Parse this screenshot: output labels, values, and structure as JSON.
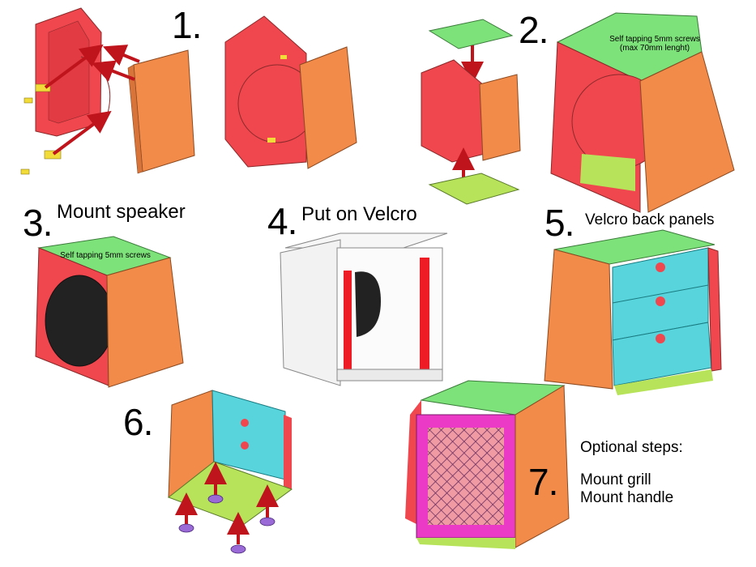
{
  "steps": {
    "s1": {
      "number": "1."
    },
    "s2": {
      "number": "2.",
      "note_line1": "Self tapping 5mm screws",
      "note_line2": "(max 70mm lenght)"
    },
    "s3": {
      "number": "3.",
      "title": "Mount speaker",
      "note": "Self tapping 5mm screws"
    },
    "s4": {
      "number": "4.",
      "title": "Put on Velcro"
    },
    "s5": {
      "number": "5.",
      "title": "Velcro back panels"
    },
    "s6": {
      "number": "6."
    },
    "s7": {
      "number": "7.",
      "optional_heading": "Optional steps:",
      "item1": "Mount grill",
      "item2": "Mount handle"
    }
  },
  "colors": {
    "side_red": "#f0474f",
    "front_orange": "#f28a4a",
    "top_green": "#7ee27a",
    "bottom_lime": "#b7e35a",
    "back_cyan": "#58d5dc",
    "velcro_red": "#ee1c24",
    "arrow_red": "#c0141c",
    "screw_yellow": "#f2dc3a",
    "foot_purple": "#9a6ad6",
    "grill_pink": "#ea3ac6"
  }
}
